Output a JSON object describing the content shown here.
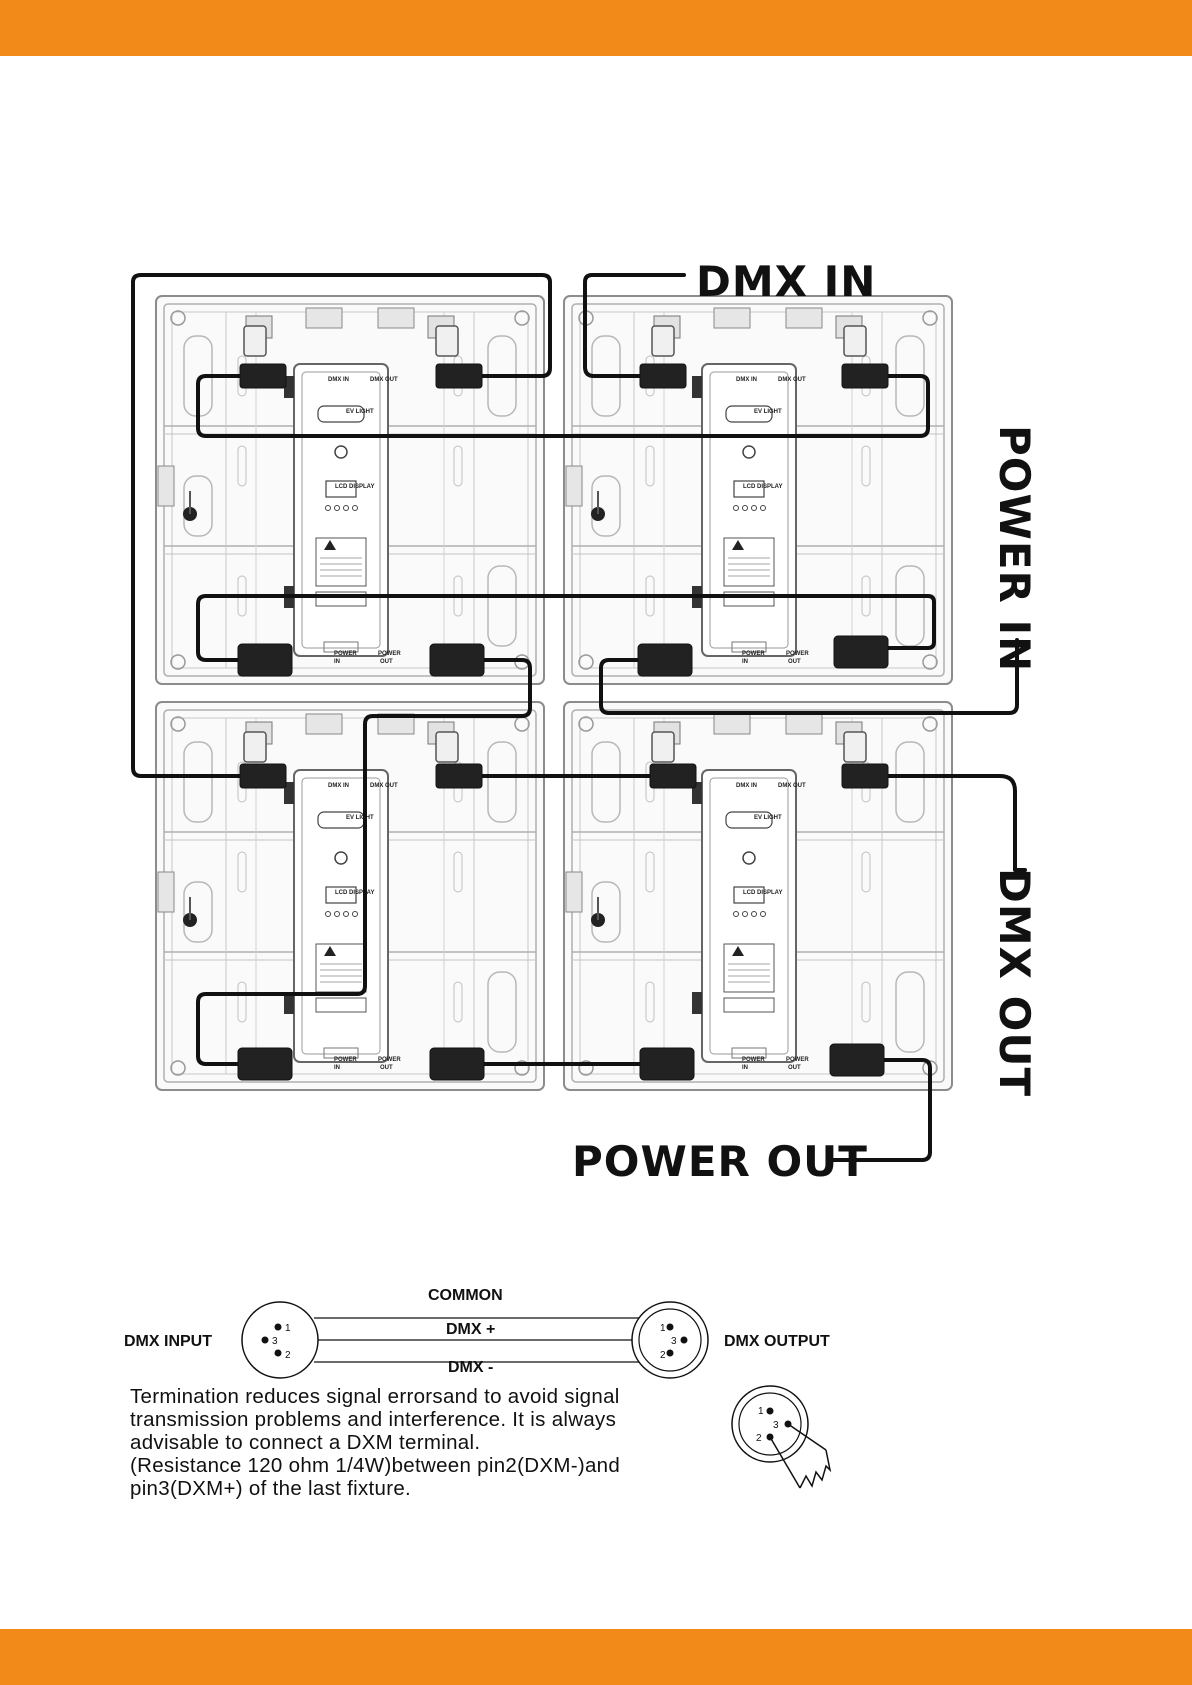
{
  "colors": {
    "brand_orange": "#f28a1a",
    "cable": "#111111",
    "panel_line": "#8c8c8c"
  },
  "callouts": {
    "dmx_in": "DMX IN",
    "power_in": "POWER IN",
    "dmx_out": "DMX OUT",
    "power_out": "POWER OUT"
  },
  "module_labels": {
    "brand": "EV LIGHT",
    "dmx_in": "DMX IN",
    "dmx_out": "DMX OUT",
    "power": "POWER",
    "in": "IN",
    "out": "OUT",
    "lcd_display": "LCD DISPLAY"
  },
  "xlr": {
    "common": "COMMON",
    "dmx_plus": "DMX +",
    "dmx_minus": "DMX -",
    "dmx_input": "DMX INPUT",
    "dmx_output": "DMX OUTPUT",
    "pin1": "1",
    "pin2": "2",
    "pin3": "3"
  },
  "termination_note": [
    "Termination reduces signal errorsand to avoid signal",
    "transmission problems and interference. It is always",
    "advisable to connect a DXM terminal.",
    "(Resistance 120 ohm 1/4W)between pin2(DXM-)and",
    "pin3(DXM+) of the last fixture."
  ]
}
